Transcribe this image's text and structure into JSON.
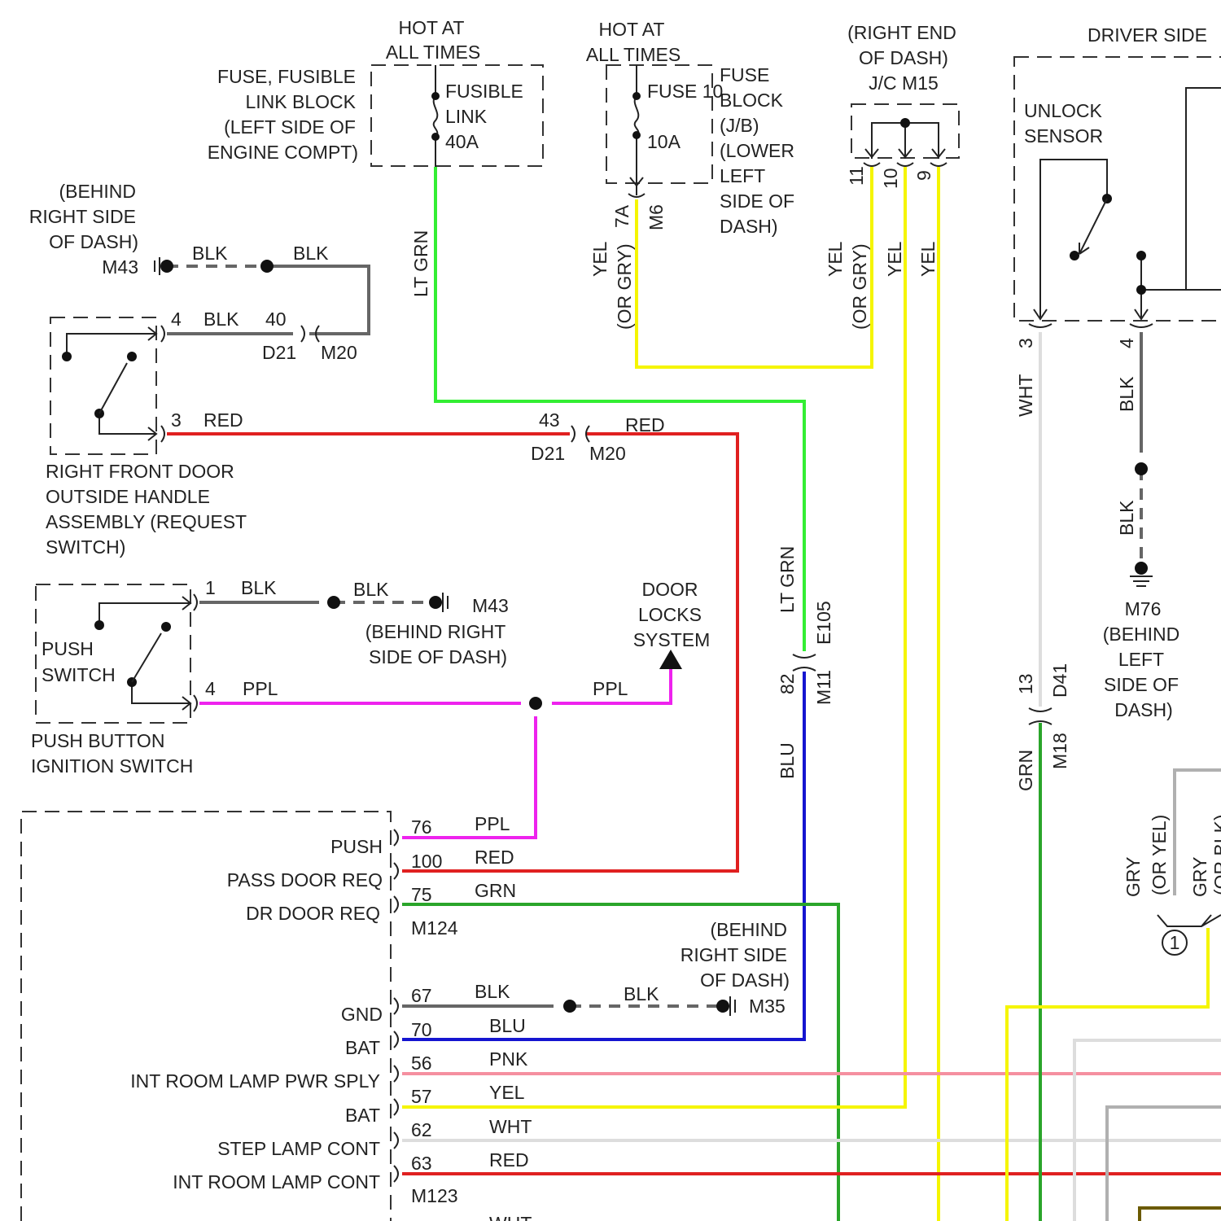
{
  "labels": {
    "hot1_a": "HOT AT",
    "hot1_b": "ALL TIMES",
    "hot2_a": "HOT AT",
    "hot2_b": "ALL TIMES",
    "fuse_block_1": "FUSE, FUSIBLE",
    "fuse_block_2": "LINK BLOCK",
    "fuse_block_3": "(LEFT SIDE OF",
    "fuse_block_4": "ENGINE COMPT)",
    "fusible_1": "FUSIBLE",
    "fusible_2": "LINK",
    "fusible_3": "40A",
    "fuse10": "FUSE 10",
    "fuse10_amp": "10A",
    "jb_1": "FUSE",
    "jb_2": "BLOCK",
    "jb_3": "(J/B)",
    "jb_4": "(LOWER",
    "jb_5": "LEFT",
    "jb_6": "SIDE OF",
    "jb_7": "DASH)",
    "rend_1": "(RIGHT END",
    "rend_2": "OF DASH)",
    "rend_3": "J/C M15",
    "driver_side": "DRIVER SIDE",
    "unlock_1": "UNLOCK",
    "unlock_2": "SENSOR",
    "behind_r1": "(BEHIND",
    "behind_r2": "RIGHT SIDE",
    "behind_r3": "OF DASH)",
    "m43_top": "M43",
    "blk": "BLK",
    "pin4": "4",
    "pin40": "40",
    "pin3": "3",
    "pin43": "43",
    "pin1": "1",
    "pin4b": "4",
    "d21": "D21",
    "m20": "M20",
    "red": "RED",
    "rfdoor_1": "RIGHT FRONT DOOR",
    "rfdoor_2": "OUTSIDE HANDLE",
    "rfdoor_3": "ASSEMBLY (REQUEST",
    "rfdoor_4": "SWITCH)",
    "lt_grn": "LT GRN",
    "yel": "YEL",
    "or_gry": "(OR GRY)",
    "pin7a": "7A",
    "m6": "M6",
    "pin11": "11",
    "pin10": "10",
    "pin9": "9",
    "wht": "WHT",
    "pin3r": "3",
    "pin4r": "4",
    "m76_1": "M76",
    "m76_2": "(BEHIND",
    "m76_3": "LEFT",
    "m76_4": "SIDE OF",
    "m76_5": "DASH)",
    "m43_mid": "M43",
    "behind_m1": "(BEHIND RIGHT",
    "behind_m2": "SIDE OF DASH)",
    "push_1": "PUSH",
    "push_2": "SWITCH",
    "pbis_1": "PUSH BUTTON",
    "pbis_2": "IGNITION SWITCH",
    "ppl": "PPL",
    "dls_1": "DOOR",
    "dls_2": "LOCKS",
    "dls_3": "SYSTEM",
    "e105": "E105",
    "m11": "M11",
    "pin82": "82",
    "blu": "BLU",
    "pin13": "13",
    "d41": "D41",
    "m18": "M18",
    "grn": "GRN",
    "gry": "GRY",
    "or_yel": "(OR YEL)",
    "or_blk": "(OR BLK)",
    "circ1": "1",
    "m124": "M124",
    "m123": "M123",
    "behind_l1": "(BEHIND",
    "behind_l2": "RIGHT SIDE",
    "behind_l3": "OF DASH)",
    "m35": "M35",
    "pnk": "PNK",
    "whtc": "WHT"
  },
  "module_pins": [
    {
      "name": "PUSH",
      "pin": "76",
      "wire": "PPL"
    },
    {
      "name": "PASS DOOR REQ",
      "pin": "100",
      "wire": "RED"
    },
    {
      "name": "DR DOOR REQ",
      "pin": "75",
      "wire": "GRN"
    },
    {
      "name": "GND",
      "pin": "67",
      "wire": "BLK"
    },
    {
      "name": "BAT",
      "pin": "70",
      "wire": "BLU"
    },
    {
      "name": "INT ROOM LAMP PWR SPLY",
      "pin": "56",
      "wire": "PNK"
    },
    {
      "name": "BAT",
      "pin": "57",
      "wire": "YEL"
    },
    {
      "name": "STEP LAMP CONT",
      "pin": "62",
      "wire": "WHT"
    },
    {
      "name": "INT ROOM LAMP CONT",
      "pin": "63",
      "wire": "RED"
    }
  ],
  "colors": {
    "ltgrn": "#33ee33",
    "red": "#e02020",
    "blu": "#1515d0",
    "grn": "#2aa52a",
    "yel": "#f5f500",
    "ppl": "#ee22ee",
    "pnk": "#f590a0",
    "wht": "#dddddd",
    "blk": "#666666",
    "gry": "#b0b0b0",
    "brn": "#6b5a00"
  }
}
